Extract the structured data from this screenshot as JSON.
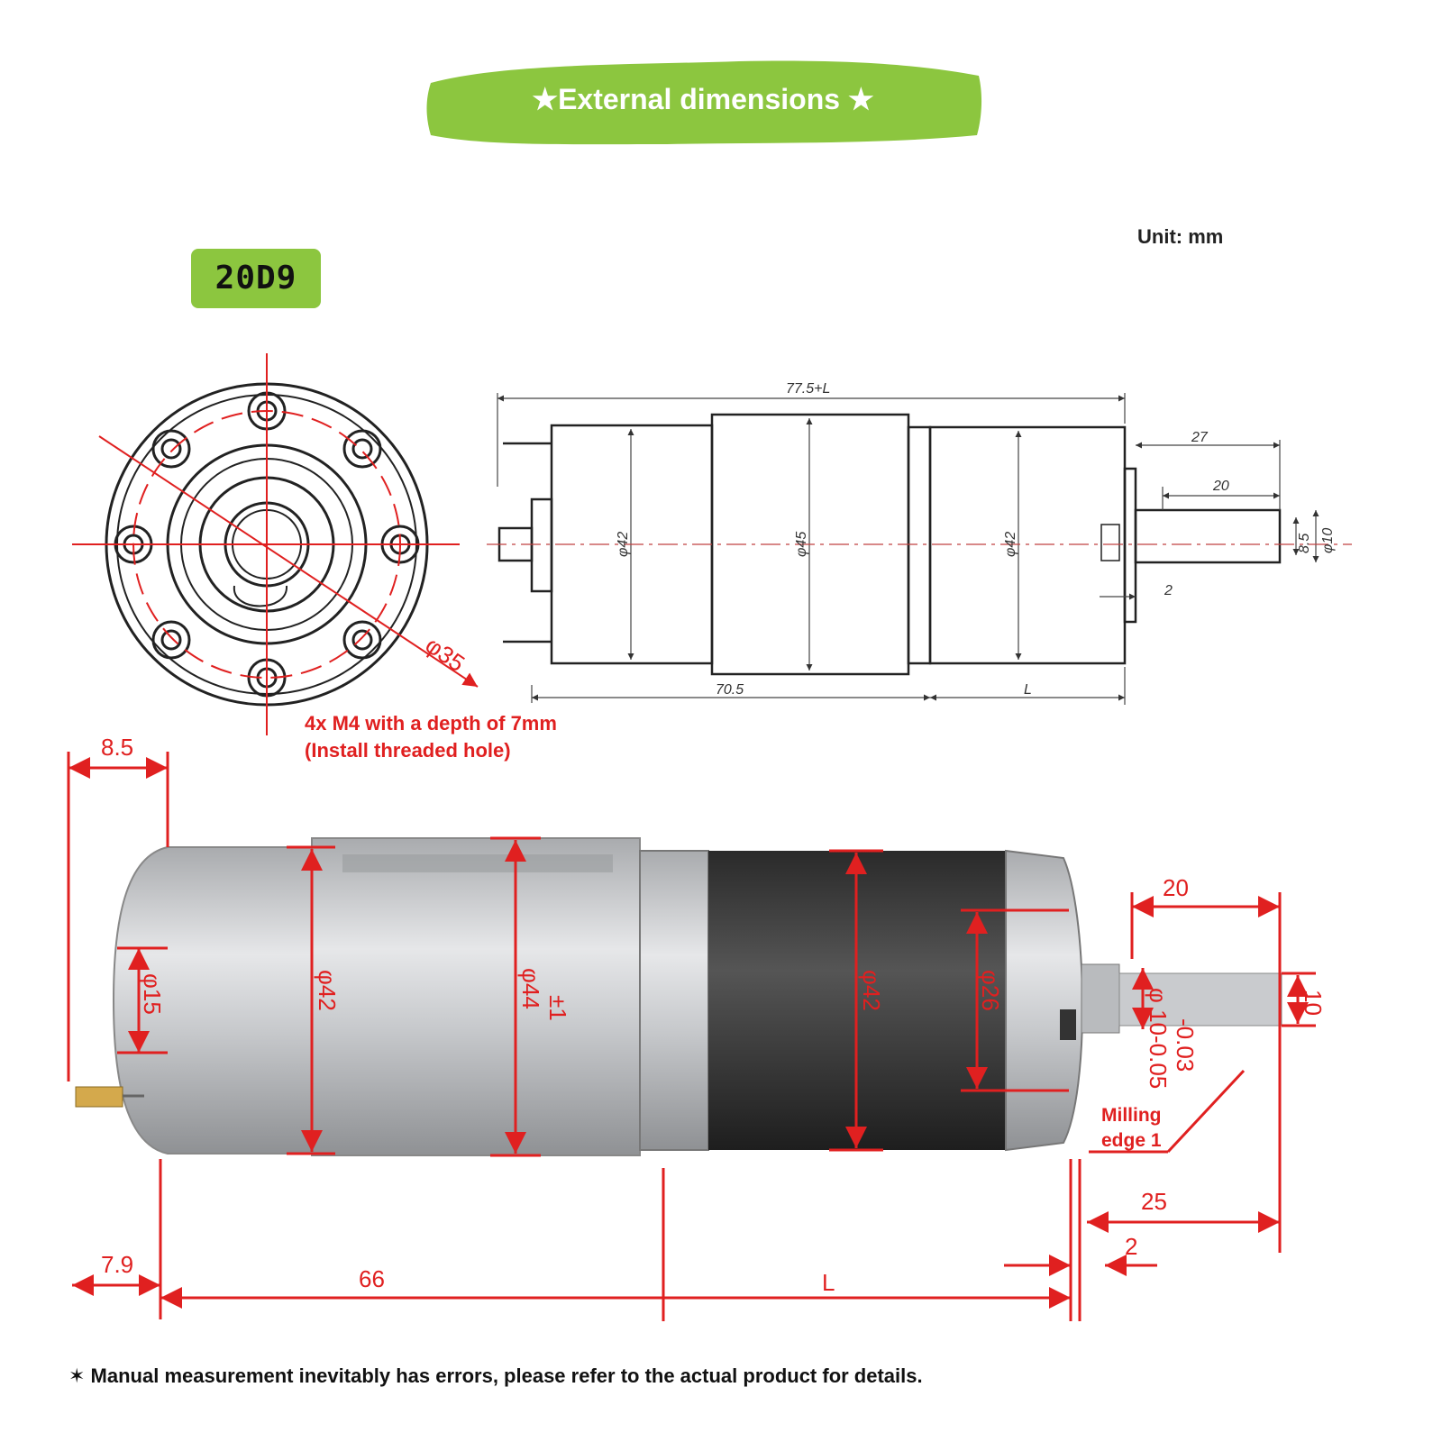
{
  "banner": {
    "title": "★External dimensions ★",
    "color": "#8cc63f"
  },
  "model": "20D9",
  "unit": "Unit: mm",
  "end_view": {
    "bolt_circle": "φ35"
  },
  "thread_note": {
    "line1": "4x M4 with a depth of 7mm",
    "line2": "(Install threaded hole)"
  },
  "side_drawing": {
    "overall": "77.5+L",
    "motor_length": "70.5",
    "gearbox_length": "L",
    "shaft_length": "27",
    "shaft_flat": "20",
    "boss": "2",
    "dia_motor": "φ42",
    "dia_middle": "φ45",
    "dia_gearbox": "φ42",
    "shaft_flat_dia": "8.5",
    "shaft_dia": "φ10"
  },
  "photo_dims": {
    "d_top_left": "8.5",
    "d_boss": "φ15",
    "d_can": "φ42",
    "d_middle": "φ44",
    "d_middle_tol": "±1",
    "d_gear": "φ42",
    "d_output_boss": "φ26",
    "d_flat": "20",
    "d_shaft": "φ 10-0.05",
    "d_shaft_tol": "-0.03",
    "d_height": "10",
    "milling_line1": "Milling",
    "milling_line2": "edge 1",
    "d_25": "25",
    "d_2": "2",
    "d_79": "7.9",
    "d_66": "66",
    "d_L": "L"
  },
  "footnote": "✶ Manual measurement inevitably has errors, please refer to the actual product for details."
}
